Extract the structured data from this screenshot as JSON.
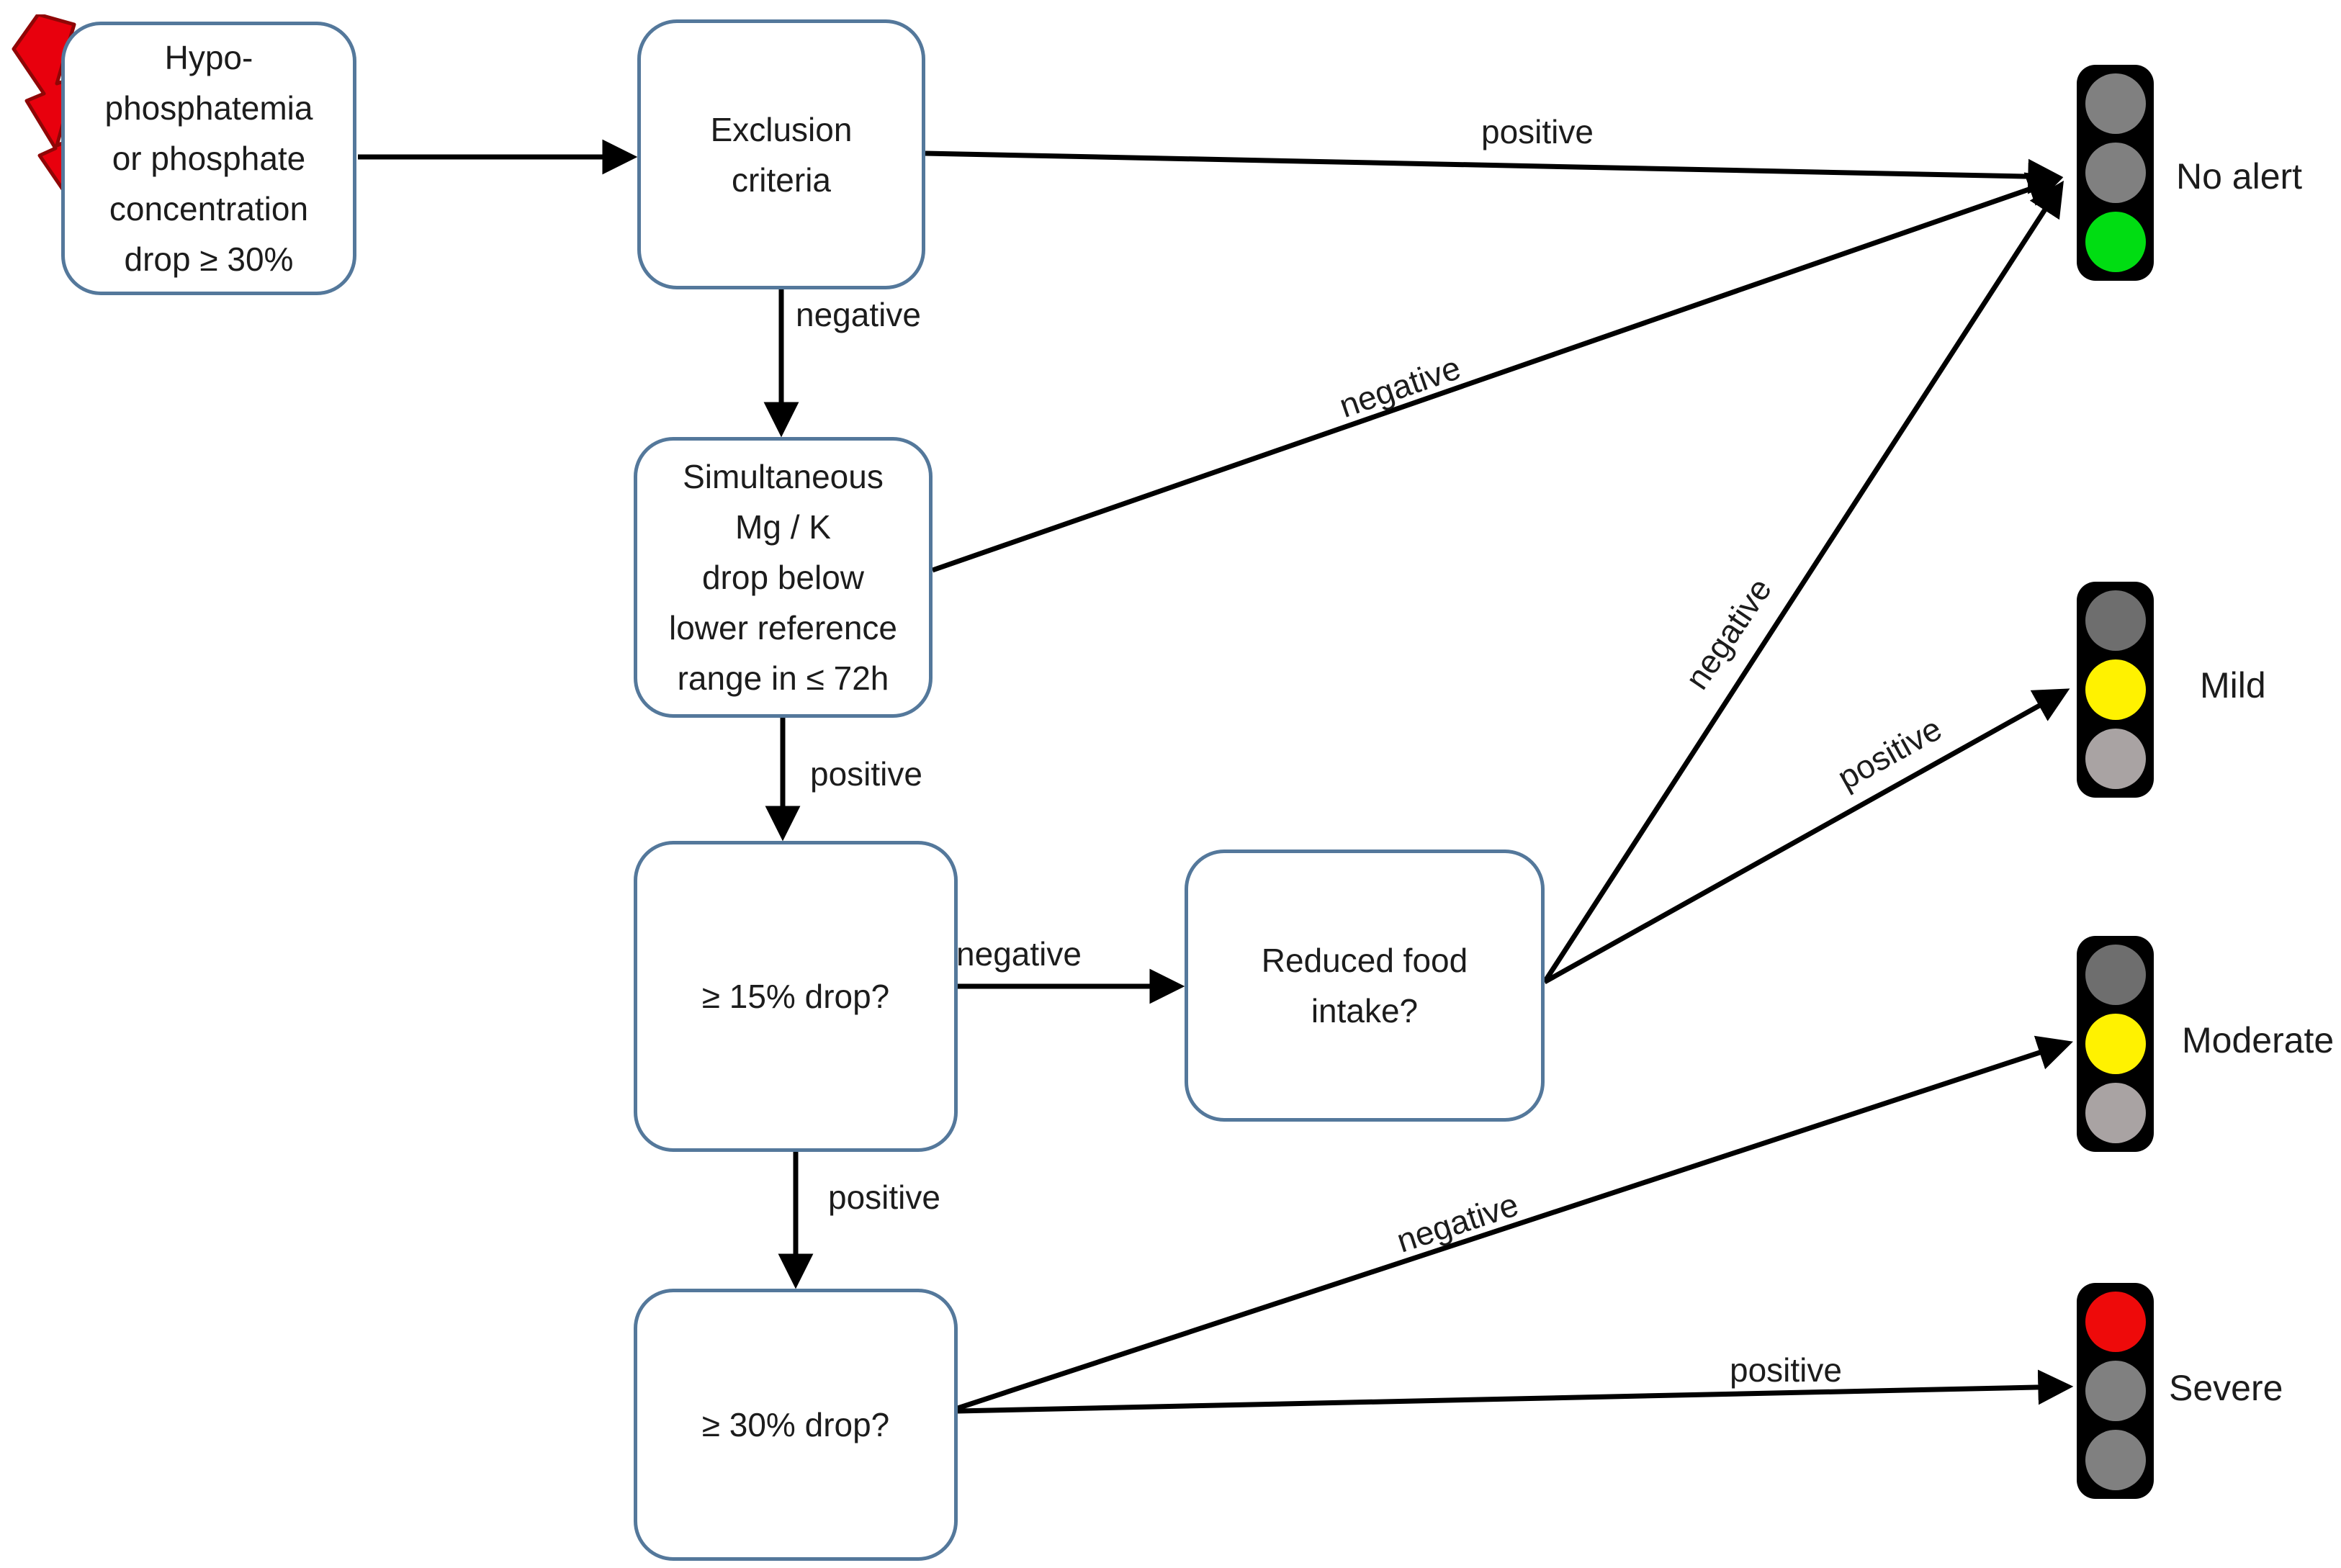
{
  "colors": {
    "box_border": "#54789b",
    "arrow": "#000000",
    "text": "#1c1c1c",
    "bolt_fill": "#e8000d",
    "bolt_outline": "#8f0606",
    "light_housing": "#000000",
    "green": "#00dd12",
    "yellow": "#fff200",
    "red": "#ee0a0a",
    "gray": "#808080",
    "dark_gray": "#6e6e6e",
    "light_gray": "#a9a3a3"
  },
  "boxes": {
    "hypo": {
      "text": "Hypo-\nphosphatemia\nor phosphate\nconcentration\ndrop ≥ 30%"
    },
    "exclusion": {
      "text": "Exclusion\ncriteria"
    },
    "mgk": {
      "text": "Simultaneous\nMg / K\ndrop below\nlower reference\nrange in ≤ 72h"
    },
    "drop15": {
      "text": "≥ 15% drop?"
    },
    "food": {
      "text": "Reduced food\nintake?"
    },
    "drop30": {
      "text": "≥ 30% drop?"
    }
  },
  "edge_labels": {
    "exclusion_to_noalert": "positive",
    "exclusion_to_mgk": "negative",
    "mgk_to_noalert": "negative",
    "mgk_to_drop15": "positive",
    "drop15_to_food": "negative",
    "drop15_to_drop30": "positive",
    "food_to_noalert": "negative",
    "food_to_mild": "positive",
    "drop30_to_moderate": "negative",
    "drop30_to_severe": "positive"
  },
  "traffic_lights": [
    {
      "label": "No alert",
      "light_colors": [
        "#808080",
        "#808080",
        "#00dd12"
      ]
    },
    {
      "label": "Mild",
      "light_colors": [
        "#6e6e6e",
        "#fff200",
        "#a9a3a3"
      ]
    },
    {
      "label": "Moderate",
      "light_colors": [
        "#6e6e6e",
        "#fff200",
        "#a9a3a3"
      ]
    },
    {
      "label": "Severe",
      "light_colors": [
        "#ee0a0a",
        "#808080",
        "#808080"
      ]
    }
  ]
}
